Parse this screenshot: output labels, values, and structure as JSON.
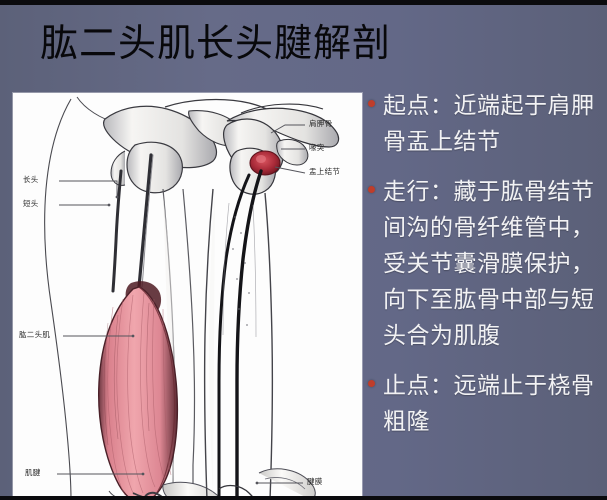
{
  "slide": {
    "title": "肱二头肌长头腱解剖",
    "background_color": "#5f6480",
    "title_color": "#08080b",
    "bullet_color": "#bf3d2a",
    "body_text_color": "#f2f2f4"
  },
  "figure": {
    "panel_background": "#fdfdfd",
    "muscle_color": "#e8909a",
    "marker_color": "#b03040",
    "labels": [
      {
        "id": "long-head",
        "text": "长头"
      },
      {
        "id": "short-head",
        "text": "短头"
      },
      {
        "id": "biceps-brachii",
        "text": "肱二头肌"
      },
      {
        "id": "tendon",
        "text": "肌腱"
      },
      {
        "id": "aponeurosis",
        "text": "腱膜"
      },
      {
        "id": "scapula",
        "text": "肩胛骨"
      },
      {
        "id": "coracoid-process",
        "text": "喙突"
      },
      {
        "id": "supraglenoid-tubercle",
        "text": "盂上结节"
      }
    ]
  },
  "bullets": [
    {
      "id": "origin",
      "text": "起点：近端起于肩胛骨盂上结节"
    },
    {
      "id": "course",
      "text": "走行：藏于肱骨结节间沟的骨纤维管中，受关节囊滑膜保护，向下至肱骨中部与短头合为肌腹"
    },
    {
      "id": "insertion",
      "text": "止点：远端止于桡骨粗隆"
    }
  ]
}
